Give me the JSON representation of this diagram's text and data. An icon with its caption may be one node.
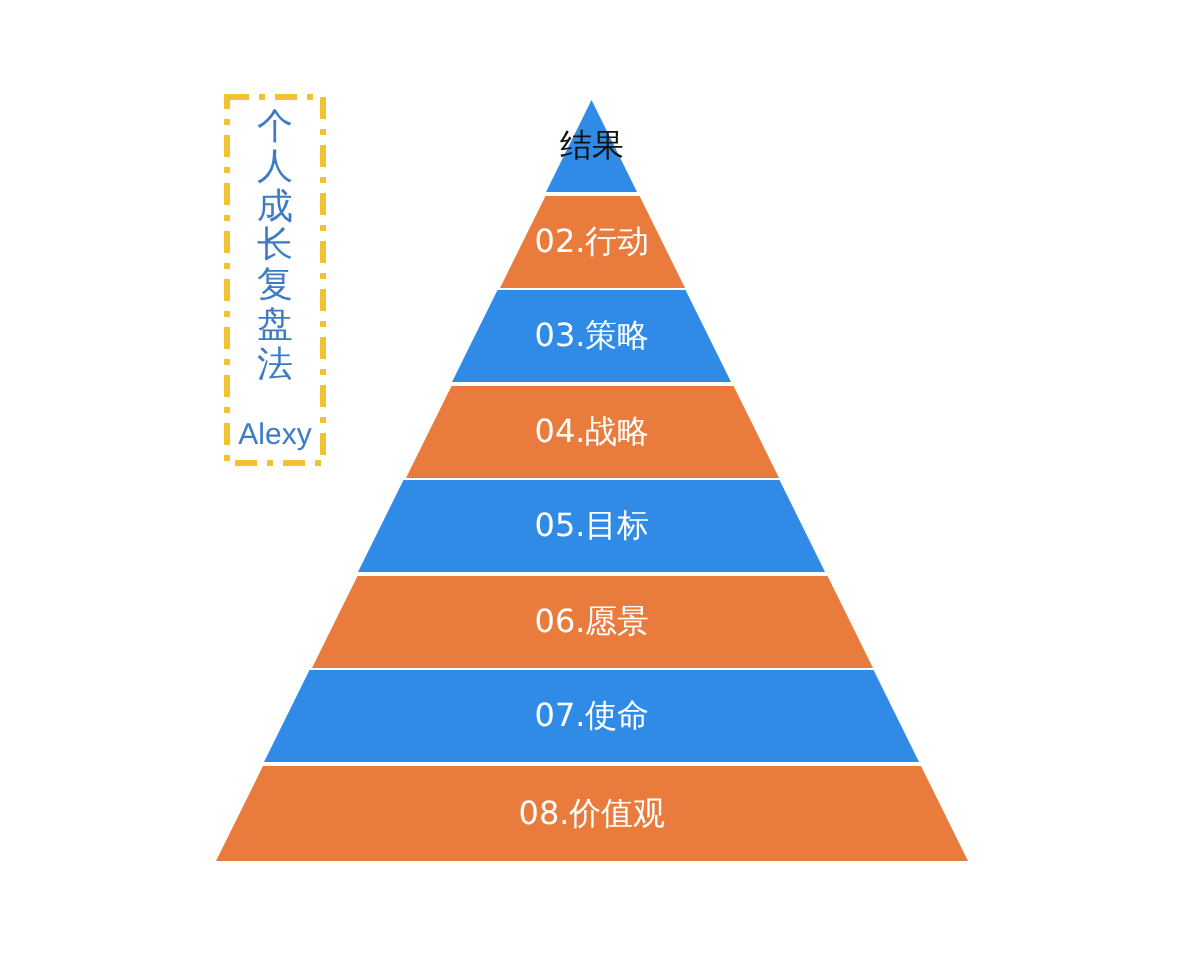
{
  "diagram": {
    "nodes": [
      {
        "text": [
          "个人成长复盘法",
          "Alexy"
        ]
      },
      {
        "text": [
          "结果"
        ]
      },
      {
        "text": [
          "02.行动"
        ]
      },
      {
        "text": [
          "03.策略"
        ]
      },
      {
        "text": [
          "04.战略"
        ]
      },
      {
        "text": [
          "05.目标"
        ]
      },
      {
        "text": [
          "06.愿景"
        ]
      },
      {
        "text": [
          "07.使命"
        ]
      },
      {
        "text": [
          "08.价值观"
        ]
      }
    ]
  }
}
